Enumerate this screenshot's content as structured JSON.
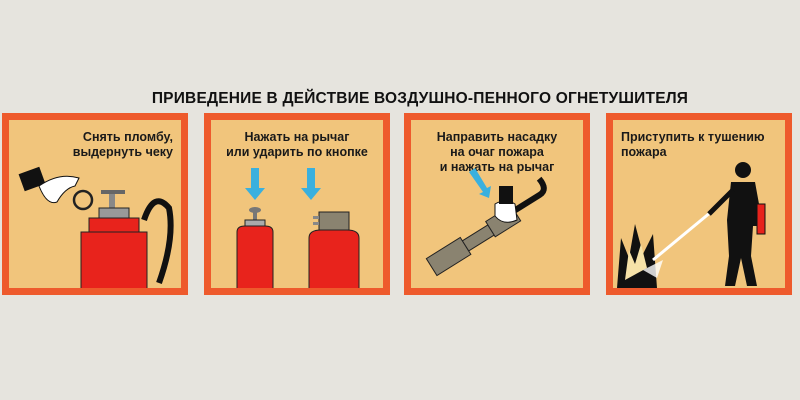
{
  "title": "ПРИВЕДЕНИЕ В ДЕЙСТВИЕ ВОЗДУШНО-ПЕННОГО ОГНЕТУШИТЕЛЯ",
  "steps": [
    {
      "line1": "Снять пломбу,",
      "line2": "выдернуть чеку",
      "line3": ""
    },
    {
      "line1": "Нажать на рычаг",
      "line2": "или ударить по кнопке",
      "line3": ""
    },
    {
      "line1": "Направить насадку",
      "line2": "на очаг пожара",
      "line3": "и нажать на рычаг"
    },
    {
      "line1": "Приступить к тушению",
      "line2": "пожара",
      "line3": ""
    }
  ],
  "colors": {
    "border": "#ee5a2c",
    "panel": "#f1c57c",
    "extinguisher": "#e8231c",
    "arrow": "#3ab0de"
  }
}
